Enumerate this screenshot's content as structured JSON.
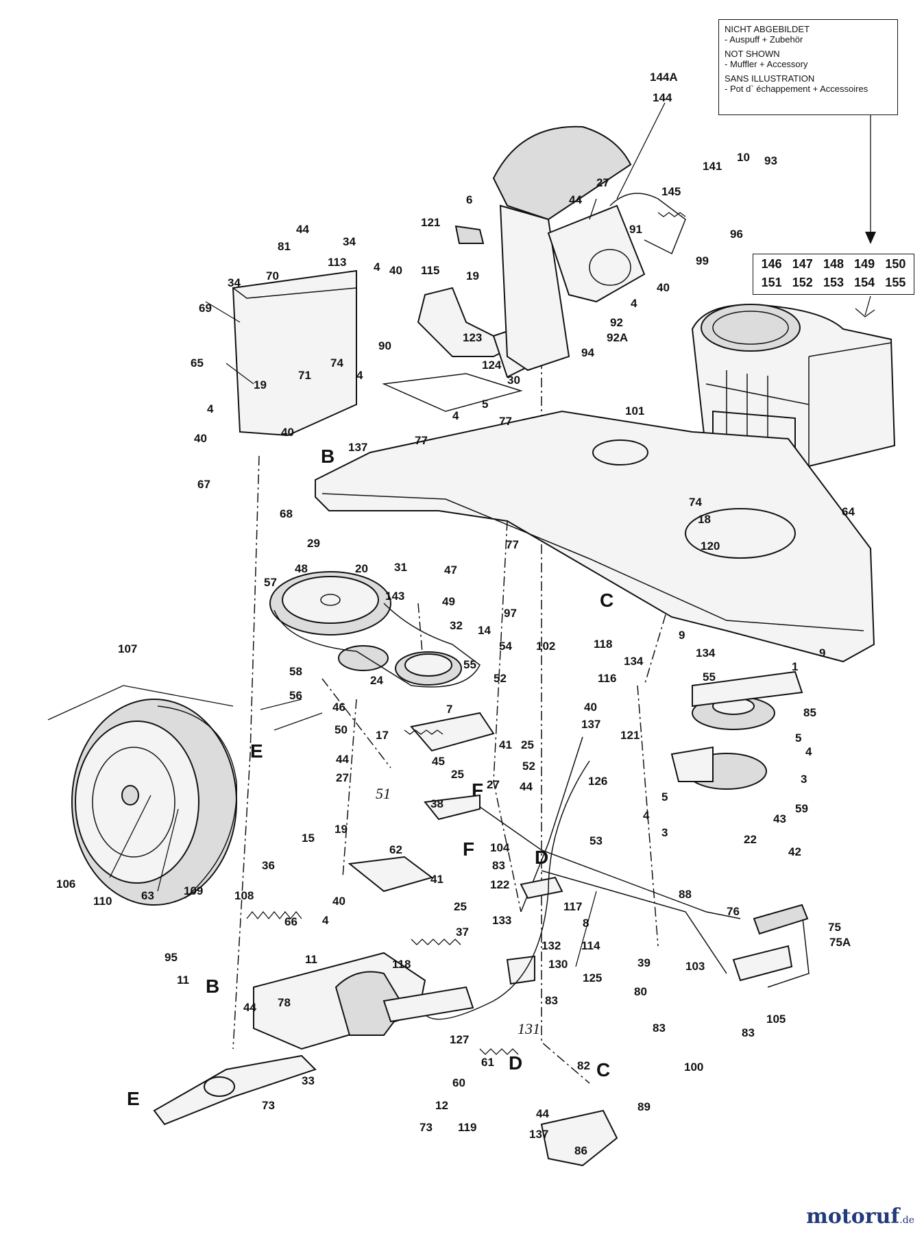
{
  "note_box": {
    "de_title": "NICHT ABGEBILDET",
    "de_item": "- Auspuff + Zubehör",
    "en_title": "NOT SHOWN",
    "en_item": "- Muffler + Accessory",
    "fr_title": "SANS ILLUSTRATION",
    "fr_item": "- Pot d` échappement + Accessoires"
  },
  "ref_box": {
    "row1": [
      "146",
      "147",
      "148",
      "149",
      "150"
    ],
    "row2": [
      "151",
      "152",
      "153",
      "154",
      "155"
    ]
  },
  "brand": {
    "name": "motoruf",
    "tld": ".de"
  },
  "labels": [
    "144A",
    "144",
    "141",
    "10",
    "93",
    "145",
    "96",
    "99",
    "27",
    "44",
    "6",
    "121",
    "91",
    "40",
    "4",
    "92",
    "92A",
    "94",
    "44",
    "81",
    "113",
    "34",
    "40",
    "4",
    "115",
    "19",
    "34",
    "70",
    "69",
    "65",
    "90",
    "123",
    "124",
    "74",
    "71",
    "4",
    "19",
    "30",
    "77",
    "5",
    "4",
    "101",
    "4",
    "40",
    "40",
    "137",
    "77",
    "B",
    "67",
    "68",
    "74",
    "18",
    "64",
    "77",
    "120",
    "29",
    "48",
    "20",
    "31",
    "47",
    "57",
    "49",
    "143",
    "32",
    "97",
    "14",
    "54",
    "102",
    "C",
    "118",
    "9",
    "134",
    "134",
    "9",
    "58",
    "56",
    "55",
    "24",
    "52",
    "116",
    "7",
    "46",
    "50",
    "40",
    "137",
    "55",
    "1",
    "85",
    "17",
    "41",
    "25",
    "121",
    "45",
    "52",
    "44",
    "27",
    "25",
    "27",
    "44",
    "5",
    "4",
    "126",
    "3",
    "38",
    "F",
    "5",
    "4",
    "59",
    "43",
    "3",
    "22",
    "42",
    "15",
    "19",
    "62",
    "104",
    "F",
    "83",
    "D",
    "53",
    "106",
    "110",
    "63",
    "109",
    "108",
    "36",
    "41",
    "25",
    "122",
    "117",
    "8",
    "88",
    "114",
    "40",
    "4",
    "66",
    "37",
    "133",
    "132",
    "76",
    "75",
    "75A",
    "95",
    "11",
    "11",
    "B",
    "44",
    "118",
    "130",
    "125",
    "39",
    "103",
    "78",
    "80",
    "83",
    "105",
    "83",
    "83",
    "100",
    "33",
    "127",
    "61",
    "D",
    "60",
    "E",
    "73",
    "12",
    "82",
    "C",
    "89",
    "73",
    "119",
    "44",
    "137",
    "86",
    "107",
    "E",
    "51",
    "131"
  ]
}
